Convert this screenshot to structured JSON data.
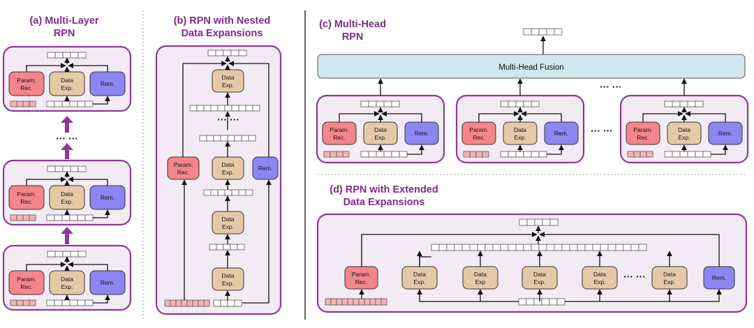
{
  "titles": {
    "a": [
      "(a) Multi-Layer",
      "RPN"
    ],
    "b": [
      "(b) RPN with Nested",
      "Data Expansions"
    ],
    "c": [
      "(c) Multi-Head",
      "RPN"
    ],
    "d": [
      "(d) RPN with Extended",
      "Data Expansions"
    ]
  },
  "labels": {
    "param": [
      "Param.",
      "Rec."
    ],
    "data": [
      "Data",
      "Exp."
    ],
    "data_noperiod": [
      "Data",
      "Exp"
    ],
    "rem": "Rem.",
    "fusion": "Multi-Head Fusion",
    "ellipsis": "··· ···"
  },
  "colors": {
    "accent": "#8e3a98",
    "arrow_up": "#8e3a98",
    "panel_bg": "#f3ebf4",
    "param_fill": "#f4858a",
    "data_fill": "#e5c9a6",
    "rem_fill": "#8b86f1",
    "fusion_fill": "#cfe8ef",
    "cell_param_fill": "#f6b2b6"
  }
}
